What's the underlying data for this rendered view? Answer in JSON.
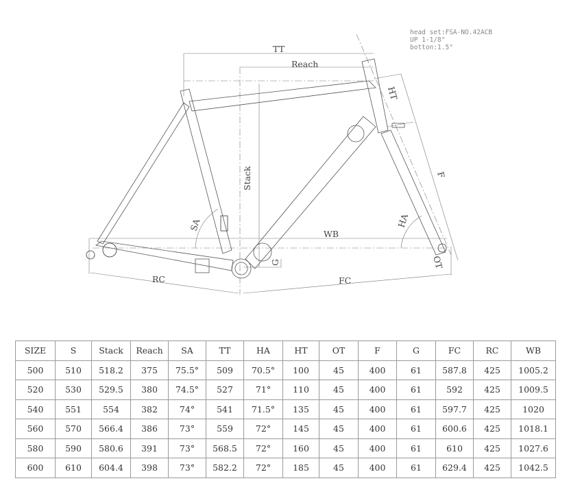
{
  "notes": {
    "headset": "head set:FSA-NO.42ACB",
    "up": "UP 1-1/8\"",
    "bottom": "botton:1.5\""
  },
  "labels": {
    "tt": "TT",
    "reach": "Reach",
    "ht": "HT",
    "stack": "Stack",
    "f": "F",
    "sa": "SA",
    "ha": "HA",
    "wb": "WB",
    "g": "G",
    "rc": "RC",
    "fc": "FC",
    "ot": "OT"
  },
  "table": {
    "headers": [
      "SIZE",
      "S",
      "Stack",
      "Reach",
      "SA",
      "TT",
      "HA",
      "HT",
      "OT",
      "F",
      "G",
      "FC",
      "RC",
      "WB"
    ],
    "rows": [
      [
        "500",
        "510",
        "518.2",
        "375",
        "75.5°",
        "509",
        "70.5°",
        "100",
        "45",
        "400",
        "61",
        "587.8",
        "425",
        "1005.2"
      ],
      [
        "520",
        "530",
        "529.5",
        "380",
        "74.5°",
        "527",
        "71°",
        "110",
        "45",
        "400",
        "61",
        "592",
        "425",
        "1009.5"
      ],
      [
        "540",
        "551",
        "554",
        "382",
        "74°",
        "541",
        "71.5°",
        "135",
        "45",
        "400",
        "61",
        "597.7",
        "425",
        "1020"
      ],
      [
        "560",
        "570",
        "566.4",
        "386",
        "73°",
        "559",
        "72°",
        "145",
        "45",
        "400",
        "61",
        "600.6",
        "425",
        "1018.1"
      ],
      [
        "580",
        "590",
        "580.6",
        "391",
        "73°",
        "568.5",
        "72°",
        "160",
        "45",
        "400",
        "61",
        "610",
        "425",
        "1027.6"
      ],
      [
        "600",
        "610",
        "604.4",
        "398",
        "73°",
        "582.2",
        "72°",
        "185",
        "45",
        "400",
        "61",
        "629.4",
        "425",
        "1042.5"
      ]
    ]
  }
}
